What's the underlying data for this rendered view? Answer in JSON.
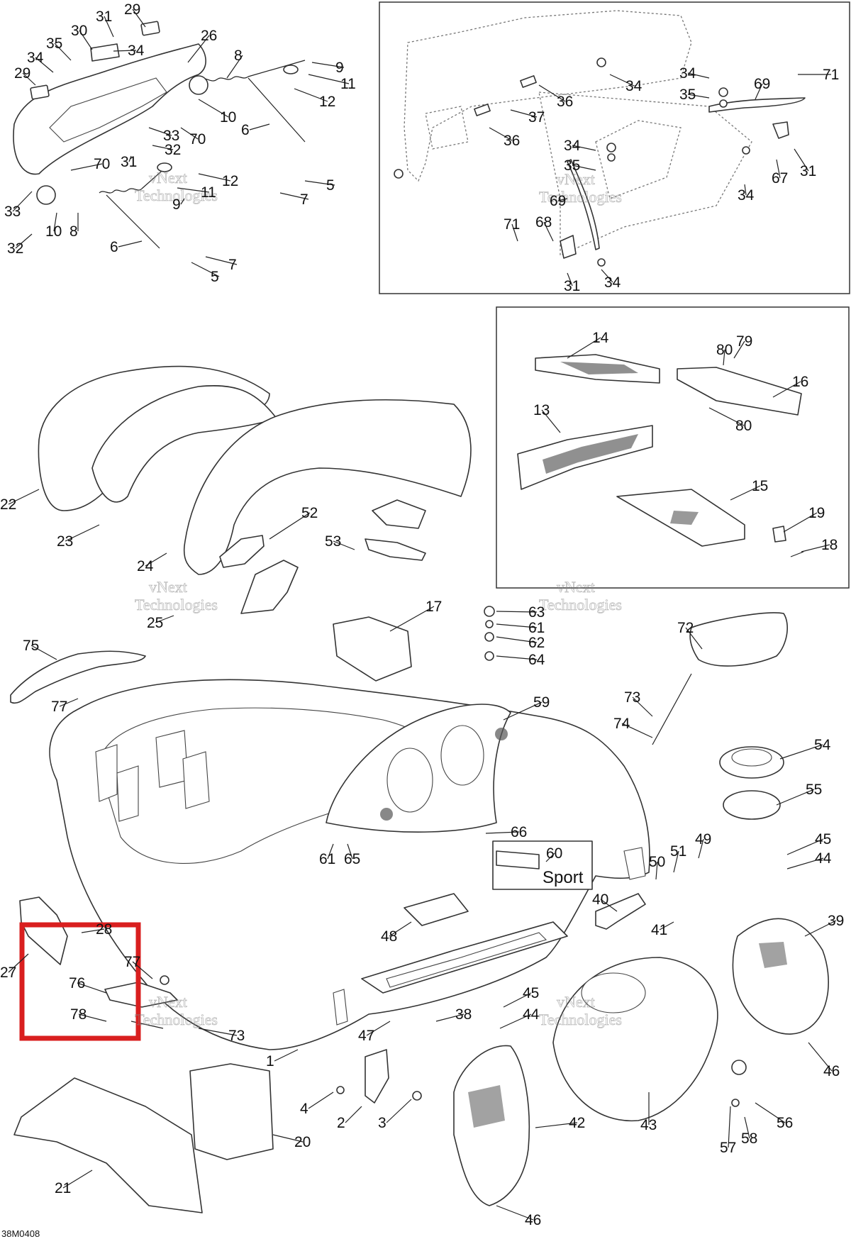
{
  "callouts": [
    {
      "id": "31a",
      "label": "31"
    },
    {
      "id": "29a",
      "label": "29"
    },
    {
      "id": "30",
      "label": "30"
    },
    {
      "id": "35a",
      "label": "35"
    },
    {
      "id": "34a",
      "label": "34"
    },
    {
      "id": "34b",
      "label": "34"
    },
    {
      "id": "26a",
      "label": "26"
    },
    {
      "id": "8a",
      "label": "8"
    },
    {
      "id": "9a",
      "label": "9"
    },
    {
      "id": "11a",
      "label": "11"
    },
    {
      "id": "12a",
      "label": "12"
    },
    {
      "id": "29b",
      "label": "29"
    },
    {
      "id": "10a",
      "label": "10"
    },
    {
      "id": "33a",
      "label": "33"
    },
    {
      "id": "70a",
      "label": "70"
    },
    {
      "id": "32a",
      "label": "32"
    },
    {
      "id": "6a",
      "label": "6"
    },
    {
      "id": "31b",
      "label": "31"
    },
    {
      "id": "70b",
      "label": "70"
    },
    {
      "id": "11b",
      "label": "11"
    },
    {
      "id": "12b",
      "label": "12"
    },
    {
      "id": "9b",
      "label": "9"
    },
    {
      "id": "5a",
      "label": "5"
    },
    {
      "id": "7a",
      "label": "7"
    },
    {
      "id": "33b",
      "label": "33"
    },
    {
      "id": "10b",
      "label": "10"
    },
    {
      "id": "8b",
      "label": "8"
    },
    {
      "id": "32b",
      "label": "32"
    },
    {
      "id": "6b",
      "label": "6"
    },
    {
      "id": "5b",
      "label": "5"
    },
    {
      "id": "7b",
      "label": "7"
    },
    {
      "id": "34c",
      "label": "34"
    },
    {
      "id": "71a",
      "label": "71"
    },
    {
      "id": "36a",
      "label": "36"
    },
    {
      "id": "35b",
      "label": "35"
    },
    {
      "id": "69a",
      "label": "69"
    },
    {
      "id": "37",
      "label": "37"
    },
    {
      "id": "36b",
      "label": "36"
    },
    {
      "id": "34d",
      "label": "34"
    },
    {
      "id": "35c",
      "label": "35"
    },
    {
      "id": "34e",
      "label": "34"
    },
    {
      "id": "67",
      "label": "67"
    },
    {
      "id": "31c",
      "label": "31"
    },
    {
      "id": "34f",
      "label": "34"
    },
    {
      "id": "69b",
      "label": "69"
    },
    {
      "id": "71b",
      "label": "71"
    },
    {
      "id": "68",
      "label": "68"
    },
    {
      "id": "31d",
      "label": "31"
    },
    {
      "id": "34g",
      "label": "34"
    },
    {
      "id": "14",
      "label": "14"
    },
    {
      "id": "79",
      "label": "79"
    },
    {
      "id": "80a",
      "label": "80"
    },
    {
      "id": "16",
      "label": "16"
    },
    {
      "id": "13",
      "label": "13"
    },
    {
      "id": "80b",
      "label": "80"
    },
    {
      "id": "15",
      "label": "15"
    },
    {
      "id": "19",
      "label": "19"
    },
    {
      "id": "18",
      "label": "18"
    },
    {
      "id": "22",
      "label": "22"
    },
    {
      "id": "23",
      "label": "23"
    },
    {
      "id": "52",
      "label": "52"
    },
    {
      "id": "53",
      "label": "53"
    },
    {
      "id": "24",
      "label": "24"
    },
    {
      "id": "25",
      "label": "25"
    },
    {
      "id": "17",
      "label": "17"
    },
    {
      "id": "63",
      "label": "63"
    },
    {
      "id": "61a",
      "label": "61"
    },
    {
      "id": "62",
      "label": "62"
    },
    {
      "id": "64",
      "label": "64"
    },
    {
      "id": "72",
      "label": "72"
    },
    {
      "id": "75",
      "label": "75"
    },
    {
      "id": "77a",
      "label": "77"
    },
    {
      "id": "59",
      "label": "59"
    },
    {
      "id": "73a",
      "label": "73"
    },
    {
      "id": "74",
      "label": "74"
    },
    {
      "id": "54",
      "label": "54"
    },
    {
      "id": "55",
      "label": "55"
    },
    {
      "id": "61b",
      "label": "61"
    },
    {
      "id": "65",
      "label": "65"
    },
    {
      "id": "66",
      "label": "66"
    },
    {
      "id": "60",
      "label": "60"
    },
    {
      "id": "49",
      "label": "49"
    },
    {
      "id": "51",
      "label": "51"
    },
    {
      "id": "50",
      "label": "50"
    },
    {
      "id": "45a",
      "label": "45"
    },
    {
      "id": "44a",
      "label": "44"
    },
    {
      "id": "40",
      "label": "40"
    },
    {
      "id": "41",
      "label": "41"
    },
    {
      "id": "39",
      "label": "39"
    },
    {
      "id": "28",
      "label": "28"
    },
    {
      "id": "48",
      "label": "48"
    },
    {
      "id": "27",
      "label": "27"
    },
    {
      "id": "77b",
      "label": "77"
    },
    {
      "id": "76",
      "label": "76"
    },
    {
      "id": "78",
      "label": "78"
    },
    {
      "id": "73b",
      "label": "73"
    },
    {
      "id": "45b",
      "label": "45"
    },
    {
      "id": "38",
      "label": "38"
    },
    {
      "id": "44b",
      "label": "44"
    },
    {
      "id": "47",
      "label": "47"
    },
    {
      "id": "1",
      "label": "1"
    },
    {
      "id": "46a",
      "label": "46"
    },
    {
      "id": "4",
      "label": "4"
    },
    {
      "id": "2",
      "label": "2"
    },
    {
      "id": "3",
      "label": "3"
    },
    {
      "id": "42",
      "label": "42"
    },
    {
      "id": "43",
      "label": "43"
    },
    {
      "id": "56",
      "label": "56"
    },
    {
      "id": "20",
      "label": "20"
    },
    {
      "id": "57",
      "label": "57"
    },
    {
      "id": "58",
      "label": "58"
    },
    {
      "id": "21",
      "label": "21"
    },
    {
      "id": "46b",
      "label": "46"
    }
  ],
  "decal_text": "Sport",
  "watermark_text": [
    "vNext",
    "Technologies"
  ],
  "figure_code": "38M0408",
  "highlight_color": "#d91f1f"
}
